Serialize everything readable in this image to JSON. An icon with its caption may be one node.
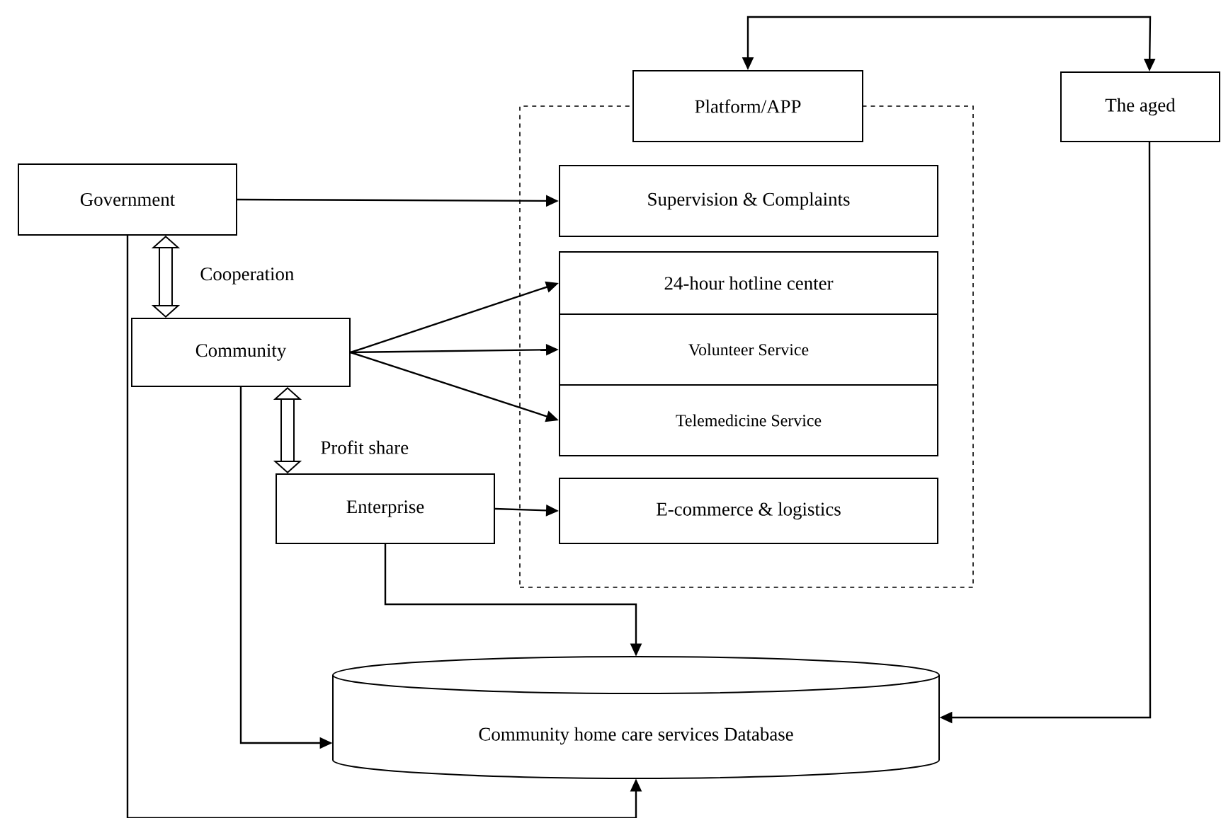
{
  "diagram": {
    "nodes": [
      {
        "text": [
          "Platform/APP"
        ]
      },
      {
        "text": [],
        "shape": "box"
      },
      {
        "text": [
          "The aged"
        ]
      },
      {
        "text": [
          "Government"
        ]
      },
      {
        "text": [
          "Supervision & Complaints"
        ],
        "in": 1
      },
      {
        "text": [
          "Community"
        ]
      },
      {
        "text": [
          "24-hour hotline center"
        ],
        "in": 1
      },
      {
        "text": [
          "Volunteer Service"
        ],
        "in": 1
      },
      {
        "text": [
          "Telemedicine Service"
        ],
        "in": 1
      },
      {
        "text": [
          "Enterprise"
        ]
      },
      {
        "text": [
          "E-commerce & logistics"
        ],
        "in": 1
      },
      {
        "text": [
          "Community home care services Database"
        ]
      }
    ],
    "edges": [
      {
        "from": 2,
        "to": 0,
        "arrow": "both"
      },
      {
        "from": 3,
        "to": 4,
        "arrow": "to"
      },
      {
        "from": 3,
        "to": 5,
        "arrow": "both",
        "label": "Cooperation",
        "style": "thick"
      },
      {
        "from": 5,
        "to": 6,
        "arrow": "to"
      },
      {
        "from": 5,
        "to": 7,
        "arrow": "to"
      },
      {
        "from": 5,
        "to": 8,
        "arrow": "to"
      },
      {
        "from": 5,
        "to": 9,
        "arrow": "both",
        "label": "Profit share",
        "style": "thick"
      },
      {
        "from": 9,
        "to": 10,
        "arrow": "to"
      },
      {
        "from": 9,
        "to": 11,
        "arrow": "to"
      },
      {
        "from": 5,
        "to": 11,
        "arrow": "to"
      },
      {
        "from": 2,
        "to": 11,
        "arrow": "to"
      },
      {
        "from": 3,
        "to": 11,
        "arrow": "to"
      }
    ]
  }
}
